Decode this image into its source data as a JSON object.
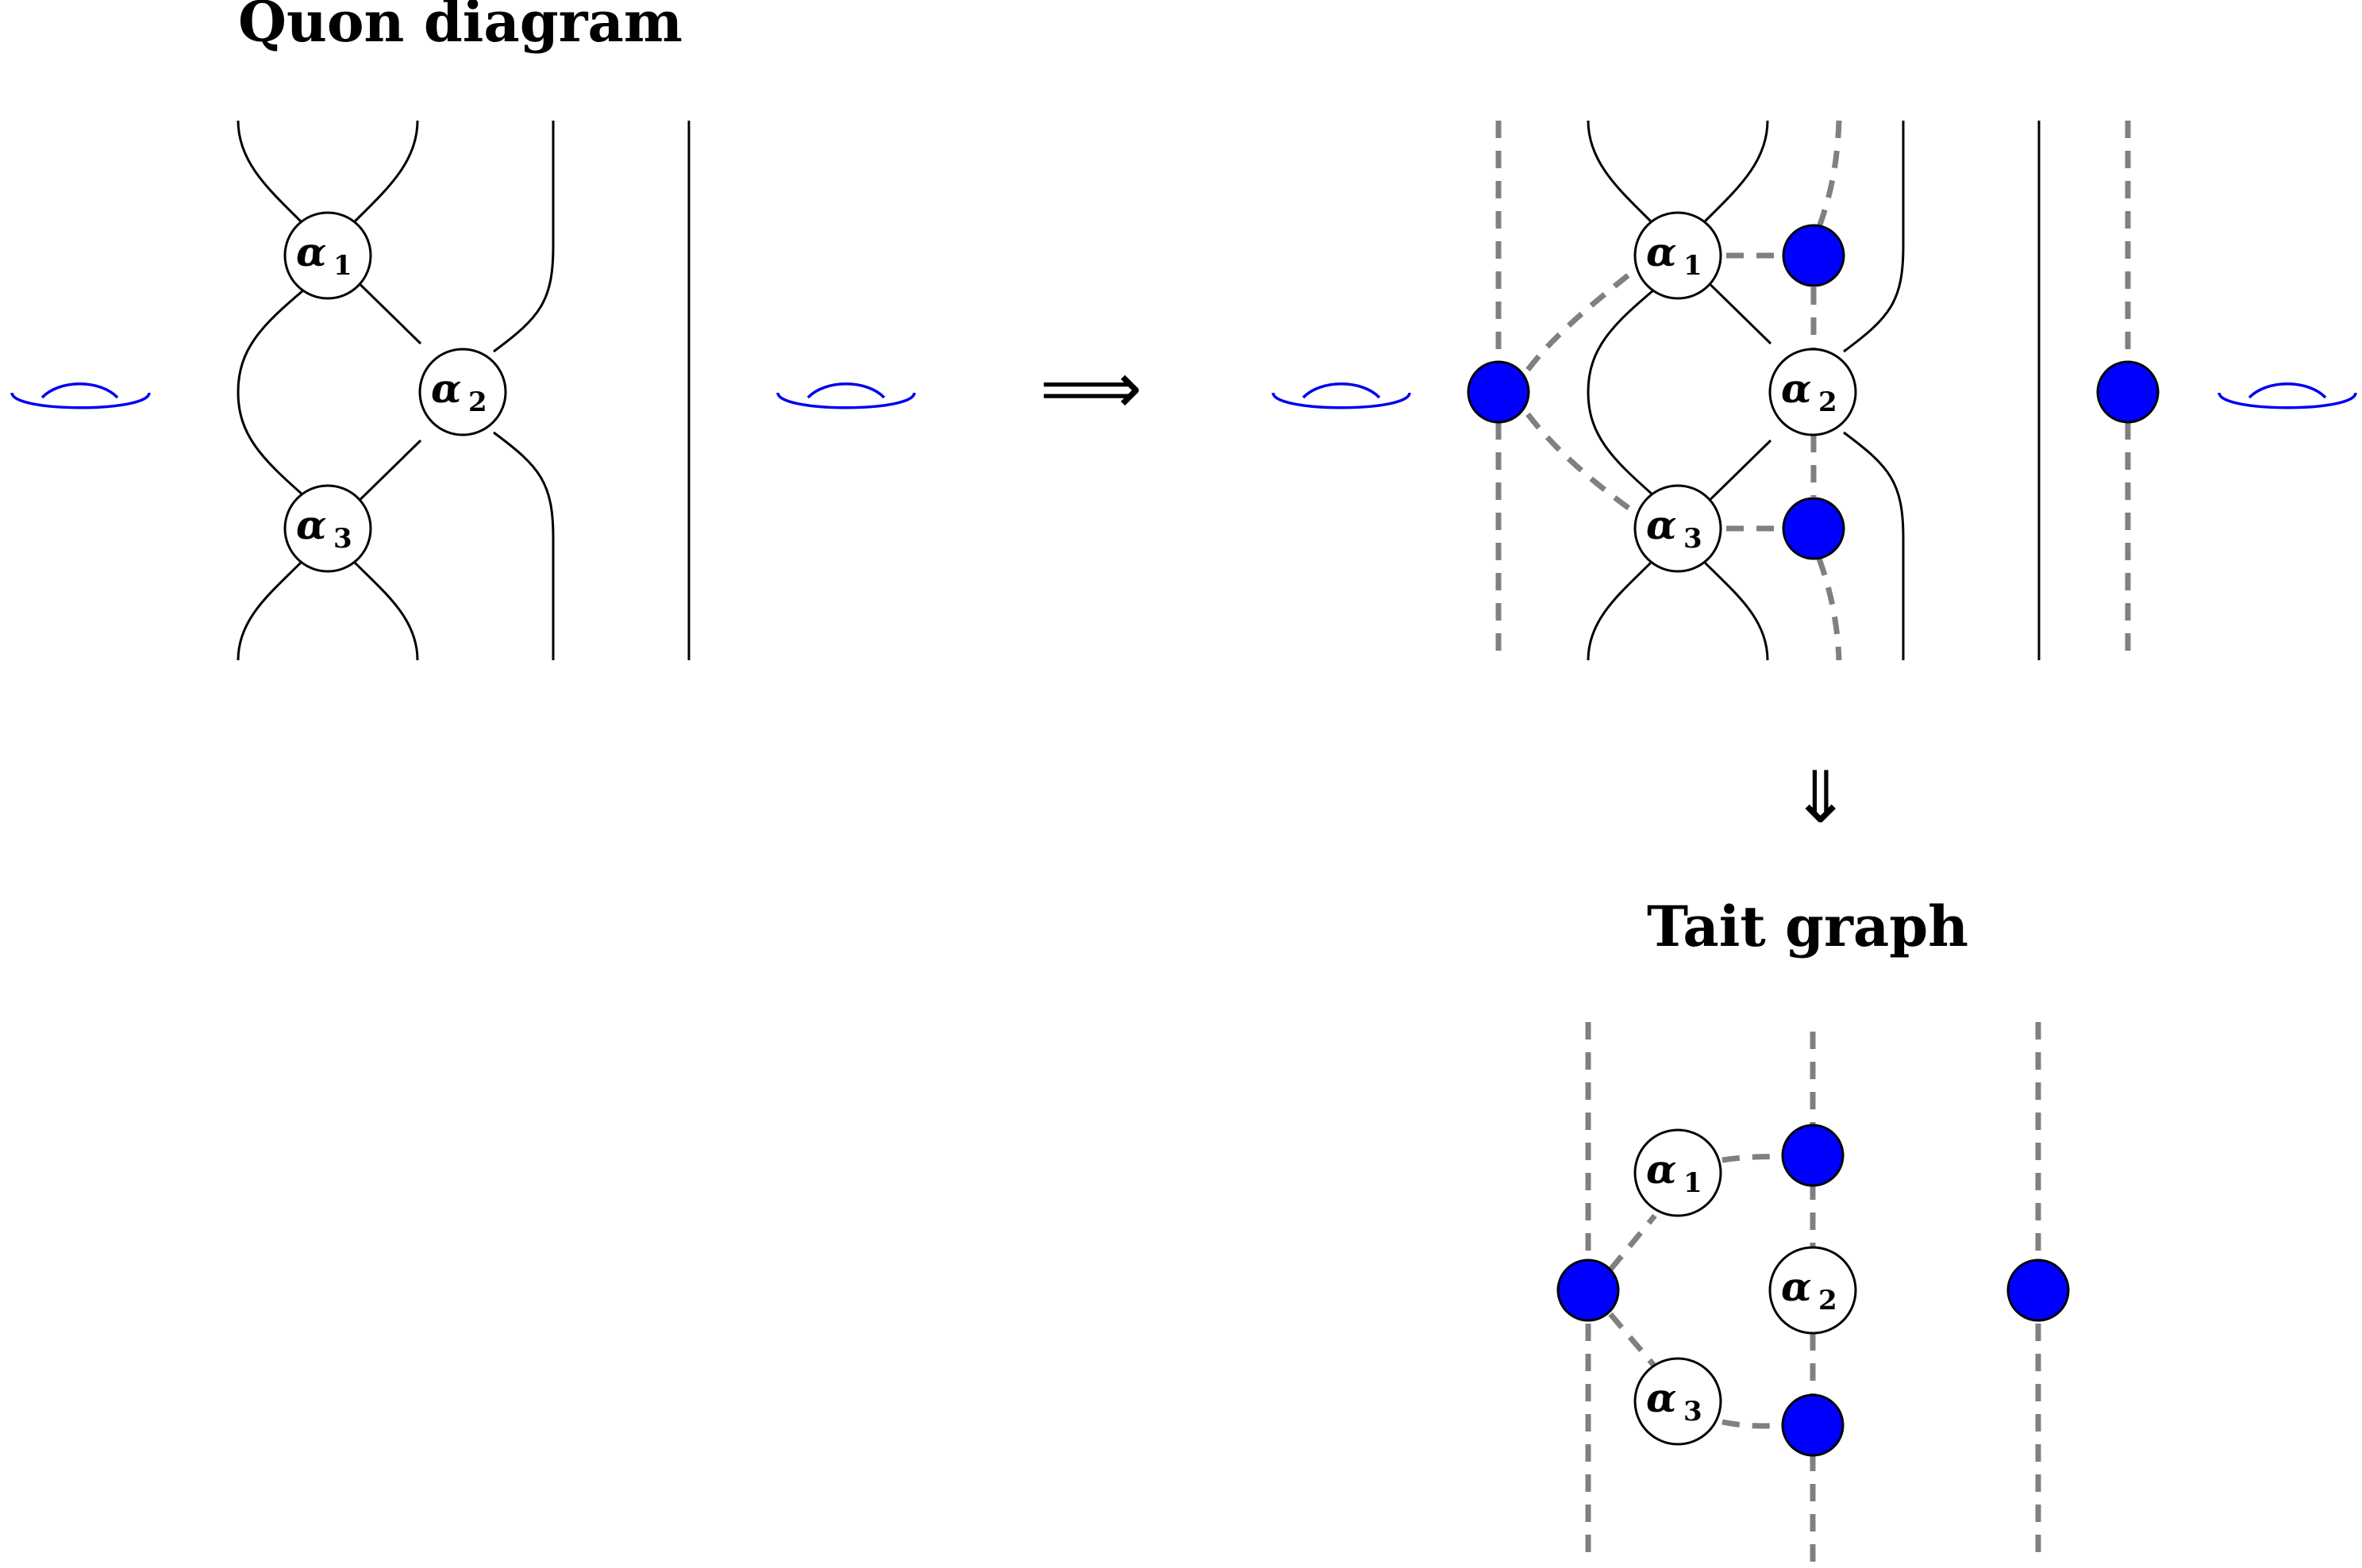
{
  "titles": {
    "quon": "Quon diagram",
    "tait": "Tait graph"
  },
  "arrows": {
    "right": "⟹",
    "down": "⇓"
  },
  "labels": {
    "alpha": "α",
    "a1": "1",
    "a2": "2",
    "a3": "3"
  },
  "colors": {
    "blue_vertex": "#0000ff",
    "dashed_edge": "#808080",
    "handle": "#0000ee"
  }
}
